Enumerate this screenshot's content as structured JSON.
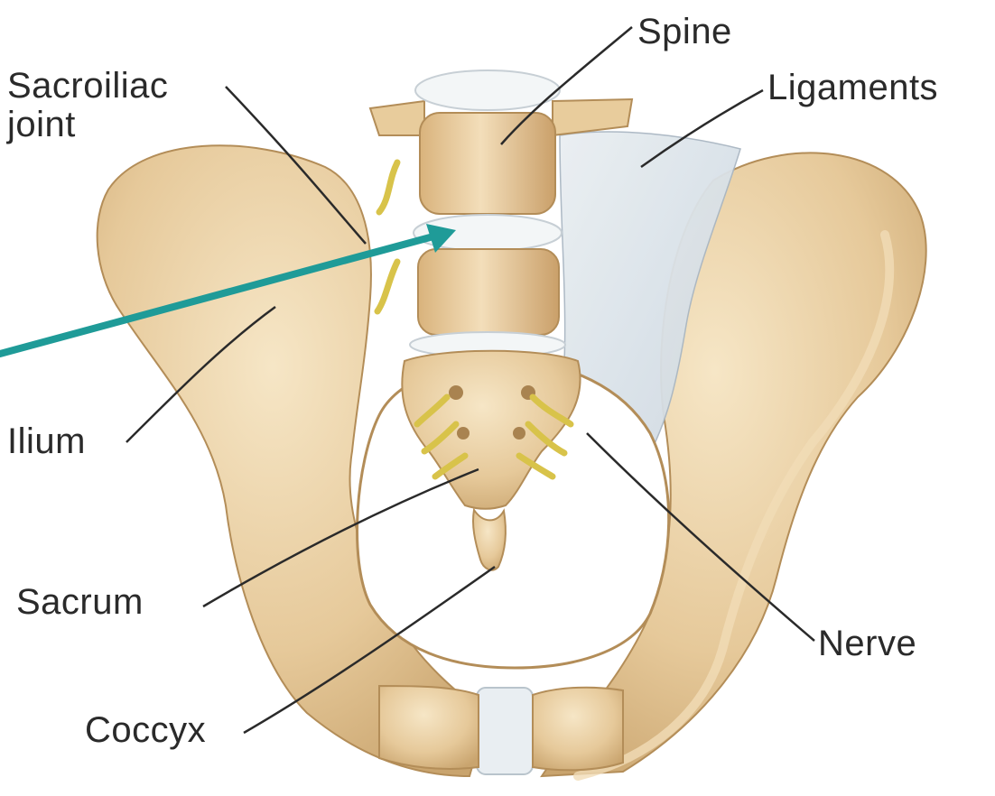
{
  "labels": {
    "sacroiliac_joint": "Sacroiliac joint",
    "spine": "Spine",
    "ligaments": "Ligaments",
    "ilium": "Ilium",
    "sacrum": "Sacrum",
    "nerve": "Nerve",
    "coccyx": "Coccyx"
  },
  "colors": {
    "bone": "#e6c99a",
    "bone_light": "#f1dcb6",
    "bone_shadow": "#c9a46e",
    "disc": "#f3f6f7",
    "ligament": "#d3dde6",
    "nerve": "#d8c34a",
    "arrow": "#1f9b98",
    "leader": "#2a2a2a"
  },
  "icons": [
    "pointer-arrow"
  ]
}
